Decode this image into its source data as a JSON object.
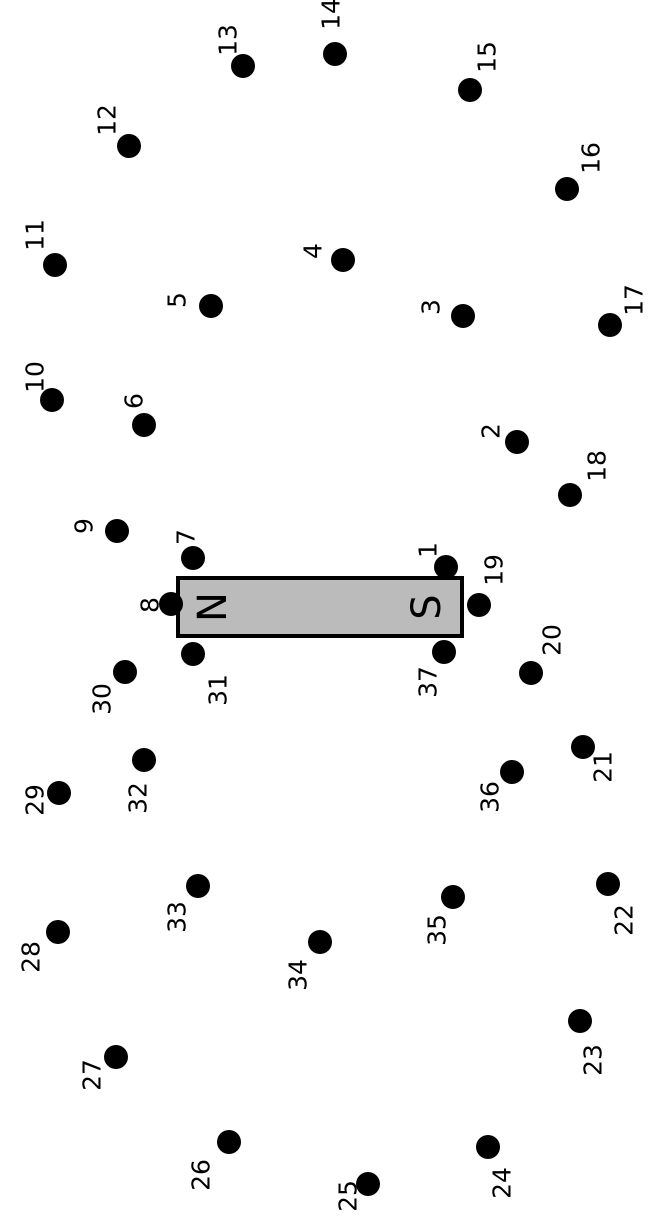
{
  "magnet": {
    "north_label": "N",
    "south_label": "S",
    "fill_color": "#bbbbbb",
    "border_color": "#000000"
  },
  "dot_color": "#000000",
  "dots": [
    {
      "n": "1"
    },
    {
      "n": "2"
    },
    {
      "n": "3"
    },
    {
      "n": "4"
    },
    {
      "n": "5"
    },
    {
      "n": "6"
    },
    {
      "n": "7"
    },
    {
      "n": "8"
    },
    {
      "n": "9"
    },
    {
      "n": "10"
    },
    {
      "n": "11"
    },
    {
      "n": "12"
    },
    {
      "n": "13"
    },
    {
      "n": "14"
    },
    {
      "n": "15"
    },
    {
      "n": "16"
    },
    {
      "n": "17"
    },
    {
      "n": "18"
    },
    {
      "n": "19"
    },
    {
      "n": "20"
    },
    {
      "n": "21"
    },
    {
      "n": "22"
    },
    {
      "n": "23"
    },
    {
      "n": "24"
    },
    {
      "n": "25"
    },
    {
      "n": "26"
    },
    {
      "n": "27"
    },
    {
      "n": "28"
    },
    {
      "n": "29"
    },
    {
      "n": "30"
    },
    {
      "n": "31"
    },
    {
      "n": "32"
    },
    {
      "n": "33"
    },
    {
      "n": "34"
    },
    {
      "n": "35"
    },
    {
      "n": "36"
    },
    {
      "n": "37"
    }
  ]
}
